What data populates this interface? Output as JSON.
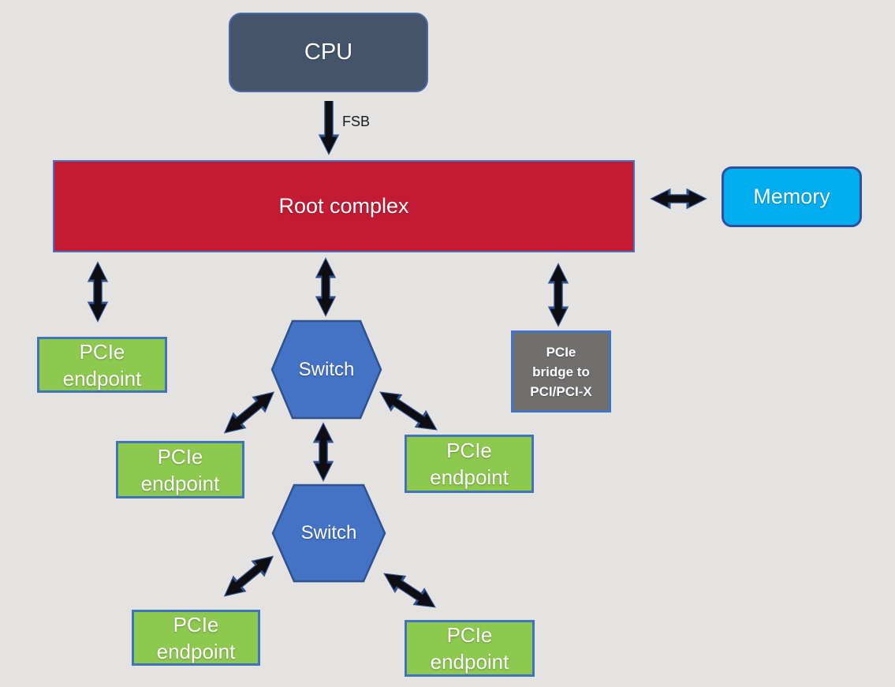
{
  "nodes": {
    "cpu": {
      "label": "CPU"
    },
    "root_complex": {
      "label": "Root complex"
    },
    "memory": {
      "label": "Memory"
    },
    "switches": [
      {
        "label": "Switch"
      },
      {
        "label": "Switch"
      }
    ],
    "bridge": {
      "line1": "PCIe",
      "line2": "bridge to",
      "line3": "PCI/PCI-X"
    },
    "endpoints": [
      {
        "line1": "PCIe",
        "line2": "endpoint"
      },
      {
        "line1": "PCIe",
        "line2": "endpoint"
      },
      {
        "line1": "PCIe",
        "line2": "endpoint"
      },
      {
        "line1": "PCIe",
        "line2": "endpoint"
      },
      {
        "line1": "PCIe",
        "line2": "endpoint"
      }
    ]
  },
  "labels": {
    "fsb": "FSB"
  },
  "colors": {
    "background": "#E4E3E2",
    "cpu_fill": "#44546A",
    "cpu_border": "#4A69A5",
    "root_fill": "#C21B33",
    "root_border": "#4472C4",
    "memory_fill": "#00AEEF",
    "memory_border": "#2E4F9E",
    "endpoint_fill": "#8DC94F",
    "endpoint_border": "#4173B8",
    "switch_fill": "#4472C4",
    "switch_border": "#2F528F",
    "bridge_fill": "#716E6E",
    "bridge_border": "#4472C4",
    "arrow_core": "#0D0D12",
    "arrow_outline": "#2F528F",
    "text_light": "#FFFFFF",
    "text_dark": "#1A1A1A"
  }
}
